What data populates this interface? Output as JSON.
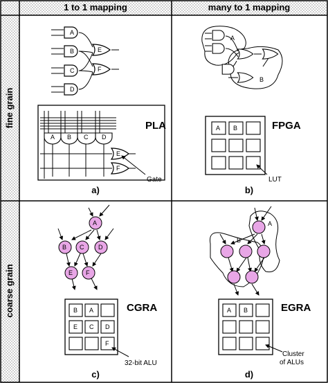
{
  "headers": {
    "col1": "1 to 1 mapping",
    "col2": "many to 1 mapping",
    "row1": "fine grain",
    "row2": "coarse grain"
  },
  "panel_a": {
    "gates_top": [
      "A",
      "B",
      "C",
      "D",
      "E",
      "F"
    ],
    "pla_gates": [
      "A",
      "B",
      "C",
      "D",
      "E",
      "F"
    ],
    "title": "PLA",
    "callout": "Gate",
    "sub": "a)"
  },
  "panel_b": {
    "cluster_labels": [
      "A",
      "B"
    ],
    "lut_cells": [
      "A",
      "B"
    ],
    "title": "FPGA",
    "callout": "LUT",
    "sub": "b)"
  },
  "panel_c": {
    "nodes": [
      "A",
      "B",
      "C",
      "D",
      "E",
      "F"
    ],
    "grid_cells": [
      "B",
      "A",
      "E",
      "C",
      "D",
      "F"
    ],
    "title": "CGRA",
    "callout": "32-bit ALU",
    "sub": "c)"
  },
  "panel_d": {
    "cluster_labels": [
      "A",
      "B"
    ],
    "grid_cells": [
      "A",
      "B"
    ],
    "title": "EGRA",
    "callout_line1": "Cluster",
    "callout_line2": "of ALUs",
    "sub": "d)"
  },
  "colors": {
    "node_fill": "#e8a6e6",
    "hatch": "#999999"
  }
}
